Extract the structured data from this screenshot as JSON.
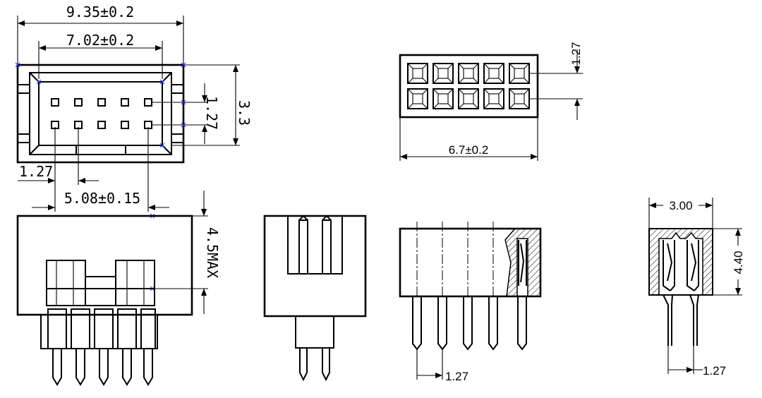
{
  "drawing": {
    "colors": {
      "line": "#000000",
      "marker": "#2a2aff",
      "background": "#ffffff"
    },
    "front_view": {
      "dim_overall_width": "9.35±0.2",
      "dim_inner_width": "7.02±0.2",
      "dim_row_pitch": "1.27",
      "dim_height": "3.3",
      "dim_first_pin_offset": "1.27",
      "dim_pin_span": "5.08±0.15",
      "pin_columns": 5,
      "pin_rows": 2
    },
    "side_view": {
      "dim_max_height": "4.5MAX",
      "pin_count": 5
    },
    "top_view": {
      "dim_row_pitch": "1.27",
      "dim_width": "6.7±0.2",
      "cavity_columns": 5,
      "cavity_rows": 2
    },
    "section_view": {
      "dim_pin_pitch": "1.27",
      "pin_count": 5
    },
    "end_section": {
      "dim_width": "3.00",
      "dim_height": "4.40",
      "dim_pin_pitch": "1.27"
    }
  }
}
